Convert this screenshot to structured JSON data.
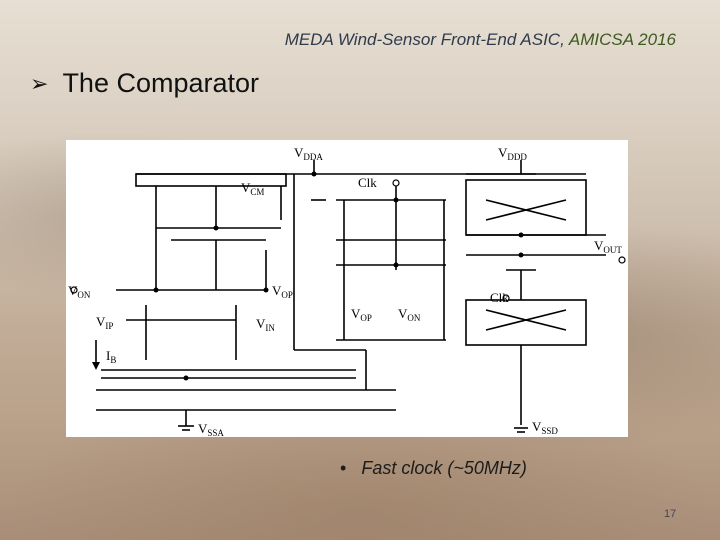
{
  "header": {
    "title": "MEDA Wind-Sensor Front-End ASIC,",
    "event": "AMICSA 2016"
  },
  "title": {
    "text": "The Comparator"
  },
  "schematic": {
    "labels": {
      "vdda": "V",
      "vdda_sub": "DDA",
      "vddd": "V",
      "vddd_sub": "DDD",
      "vcm": "V",
      "vcm_sub": "CM",
      "clk_top": "Clk",
      "clk_mid": "Clk",
      "von": "V",
      "von_sub": "ON",
      "vop": "V",
      "vop_sub": "OP",
      "vip": "V",
      "vip_sub": "IP",
      "vin": "V",
      "vin_sub": "IN",
      "ib": "I",
      "ib_sub": "B",
      "vssa": "V",
      "vssa_sub": "SSA",
      "vop2": "V",
      "vop2_sub": "OP",
      "von2": "V",
      "von2_sub": "ON",
      "vout": "V",
      "vout_sub": "OUT",
      "vssd": "V",
      "vssd_sub": "SSD"
    }
  },
  "bullets": [
    "Fast clock (~50MHz)"
  ],
  "slide_number": "17"
}
